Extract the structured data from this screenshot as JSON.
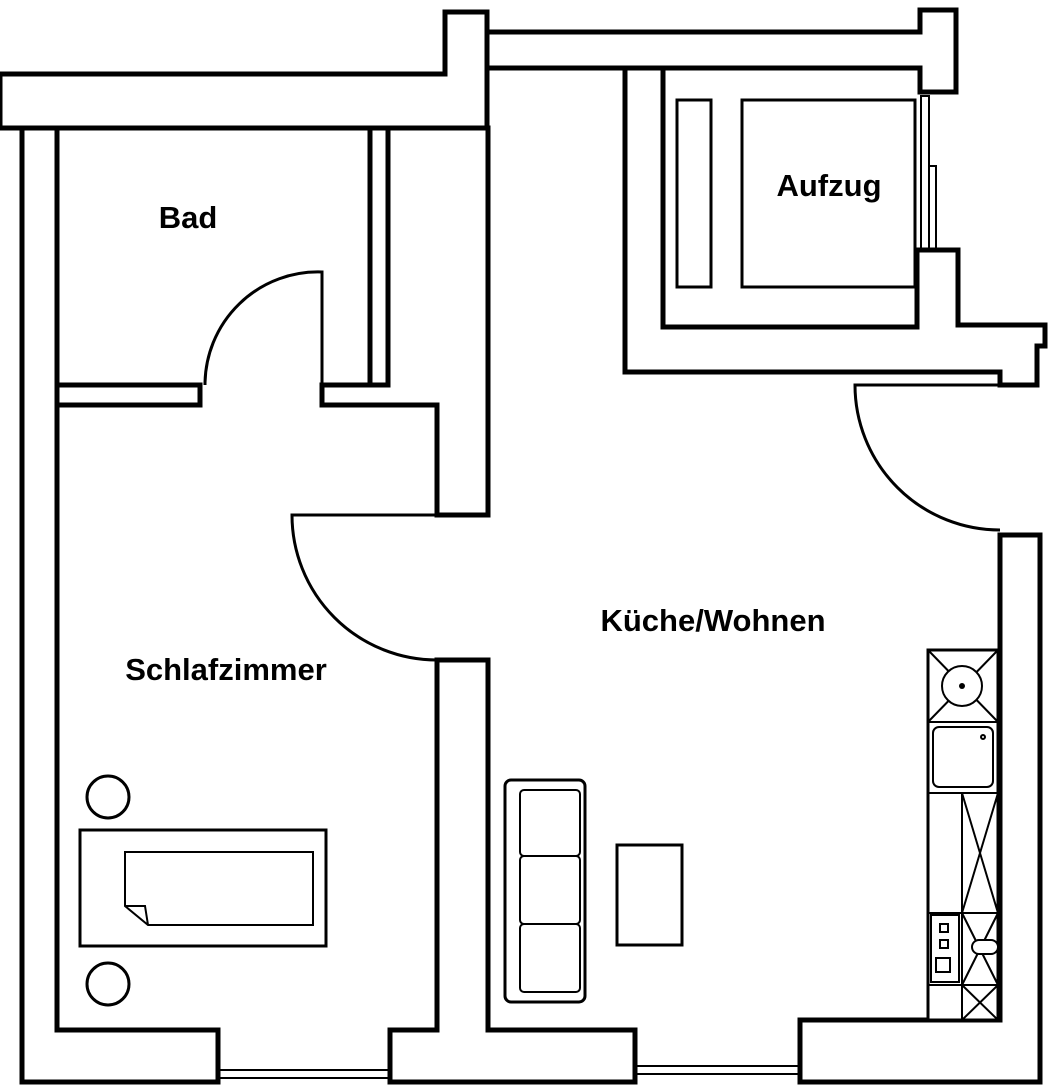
{
  "plan": {
    "rooms": {
      "bathroom": "Bad",
      "elevator": "Aufzug",
      "kitchen_living": "Küche/Wohnen",
      "bedroom": "Schlafzimmer"
    },
    "colors": {
      "line": "#000000",
      "background": "#ffffff"
    }
  }
}
